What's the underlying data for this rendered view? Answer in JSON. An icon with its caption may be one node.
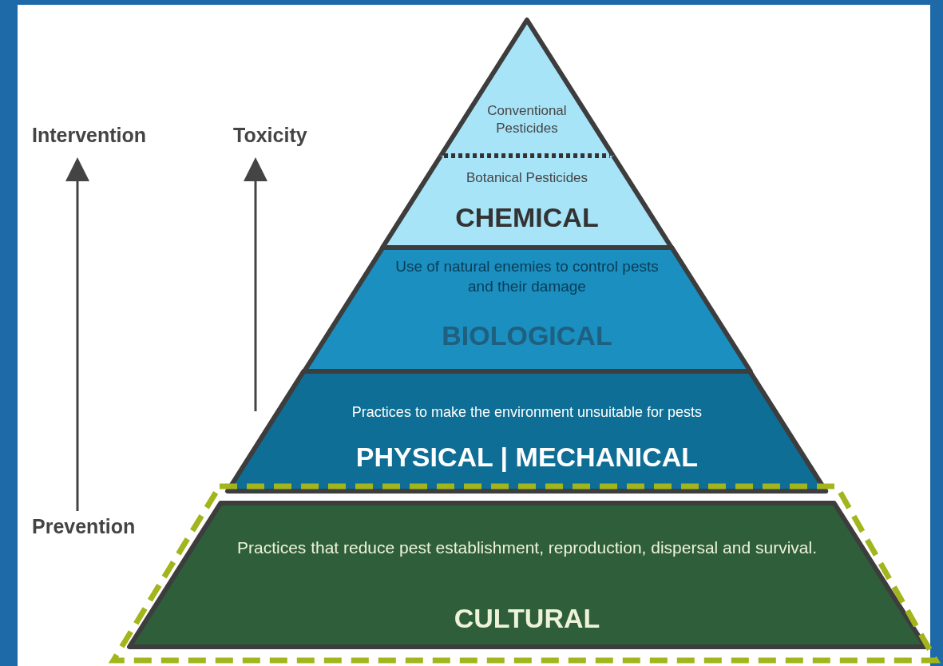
{
  "diagram": {
    "nodes": [
      {
        "text": [
          "Conventional Pesticides"
        ]
      },
      {
        "text": [
          "Botanical Pesticides",
          "CHEMICAL"
        ]
      },
      {
        "text": [
          "Use of natural enemies to control pests and their damage",
          "BIOLOGICAL"
        ]
      },
      {
        "text": [
          "Practices to make the environment unsuitable for pests",
          "PHYSICAL | MECHANICAL"
        ]
      },
      {
        "text": [
          "Practices that reduce pest establishment, reproduction, dispersal and survival.",
          "CULTURAL"
        ]
      }
    ],
    "edges": [],
    "labels": [
      "Intervention",
      "Toxicity",
      "Prevention"
    ]
  }
}
